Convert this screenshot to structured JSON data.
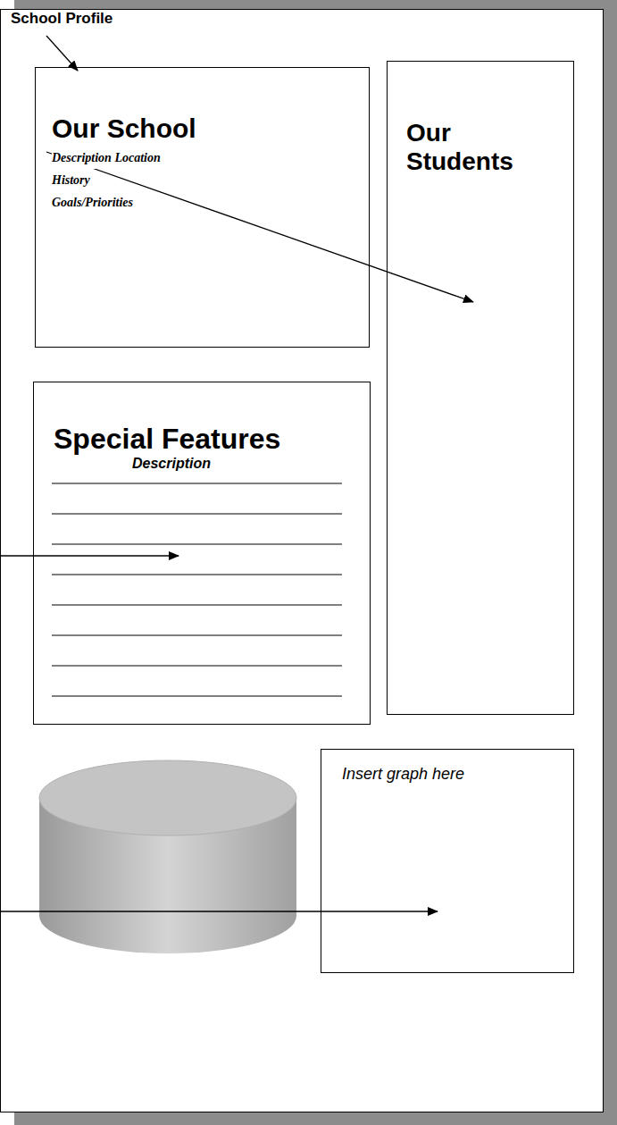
{
  "diagram": {
    "title": "School Profile",
    "nodes": [
      {
        "text": [
          "Our School",
          "Description Location",
          "History",
          "Goals/Priorities"
        ]
      },
      {
        "text": [
          "Our Students"
        ]
      },
      {
        "text": [
          "Special Features",
          "Description"
        ]
      },
      {
        "text": [
          "Insert graph here"
        ]
      }
    ]
  }
}
